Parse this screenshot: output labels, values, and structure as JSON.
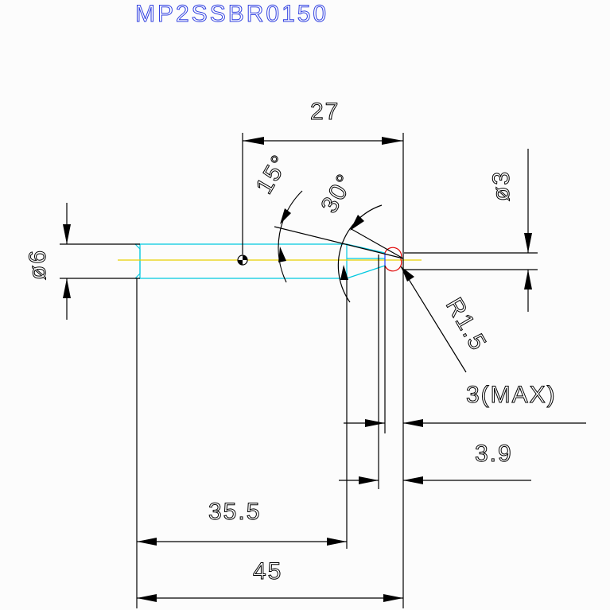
{
  "title": "MP2SSBR0150",
  "dimensions": {
    "overall_length": "45",
    "shank_length": "35.5",
    "neck_length": "27",
    "tip_length": "3.9",
    "max_length": "3(MAX)",
    "shank_diameter": "ø6",
    "tip_diameter": "ø3",
    "ball_radius": "R1.5",
    "angle_primary": "15°",
    "angle_secondary": "30°"
  },
  "colors": {
    "title": "#3040e0",
    "dimension_lines": "#000000",
    "body_outline": "#00c8e0",
    "centerline": "#e8d000",
    "ball_tip": "#e00000"
  }
}
